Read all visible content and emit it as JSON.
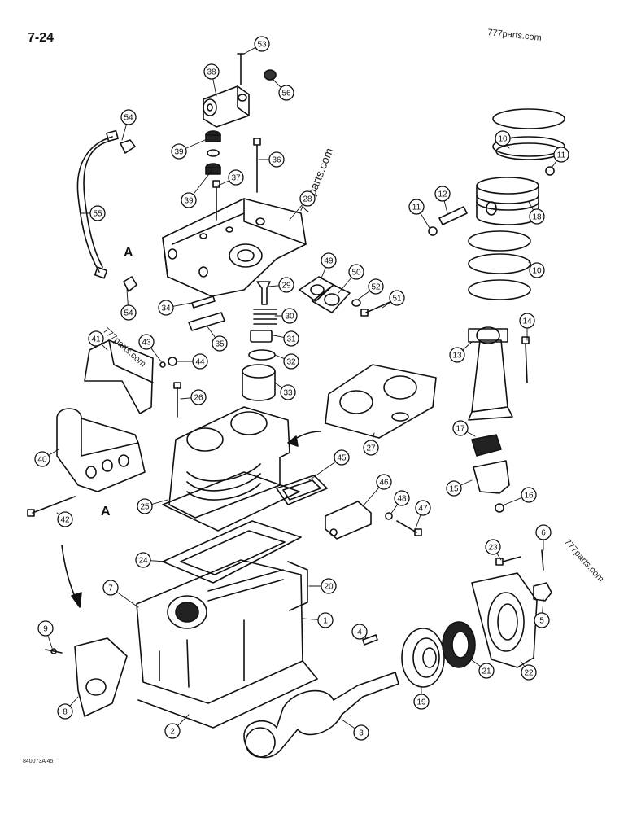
{
  "page": {
    "number": "7-24",
    "figure_code": "840073A 45"
  },
  "watermarks": [
    "777parts.com",
    "777parts.com",
    "777parts.com",
    "777parts.com"
  ],
  "view_labels": [
    "A",
    "A"
  ],
  "callouts": [
    {
      "n": "53"
    },
    {
      "n": "38"
    },
    {
      "n": "56"
    },
    {
      "n": "54"
    },
    {
      "n": "39"
    },
    {
      "n": "36"
    },
    {
      "n": "37"
    },
    {
      "n": "39"
    },
    {
      "n": "28"
    },
    {
      "n": "55"
    },
    {
      "n": "49"
    },
    {
      "n": "50"
    },
    {
      "n": "52"
    },
    {
      "n": "51"
    },
    {
      "n": "29"
    },
    {
      "n": "54"
    },
    {
      "n": "34"
    },
    {
      "n": "30"
    },
    {
      "n": "35"
    },
    {
      "n": "31"
    },
    {
      "n": "41"
    },
    {
      "n": "43"
    },
    {
      "n": "44"
    },
    {
      "n": "32"
    },
    {
      "n": "33"
    },
    {
      "n": "26"
    },
    {
      "n": "27"
    },
    {
      "n": "40"
    },
    {
      "n": "45"
    },
    {
      "n": "46"
    },
    {
      "n": "25"
    },
    {
      "n": "48"
    },
    {
      "n": "47"
    },
    {
      "n": "42"
    },
    {
      "n": "24"
    },
    {
      "n": "7"
    },
    {
      "n": "20"
    },
    {
      "n": "1"
    },
    {
      "n": "9"
    },
    {
      "n": "4"
    },
    {
      "n": "8"
    },
    {
      "n": "2"
    },
    {
      "n": "3"
    },
    {
      "n": "19"
    },
    {
      "n": "21"
    },
    {
      "n": "22"
    },
    {
      "n": "10"
    },
    {
      "n": "11"
    },
    {
      "n": "12"
    },
    {
      "n": "11"
    },
    {
      "n": "18"
    },
    {
      "n": "10"
    },
    {
      "n": "14"
    },
    {
      "n": "13"
    },
    {
      "n": "17"
    },
    {
      "n": "15"
    },
    {
      "n": "16"
    },
    {
      "n": "6"
    },
    {
      "n": "23"
    },
    {
      "n": "5"
    }
  ]
}
